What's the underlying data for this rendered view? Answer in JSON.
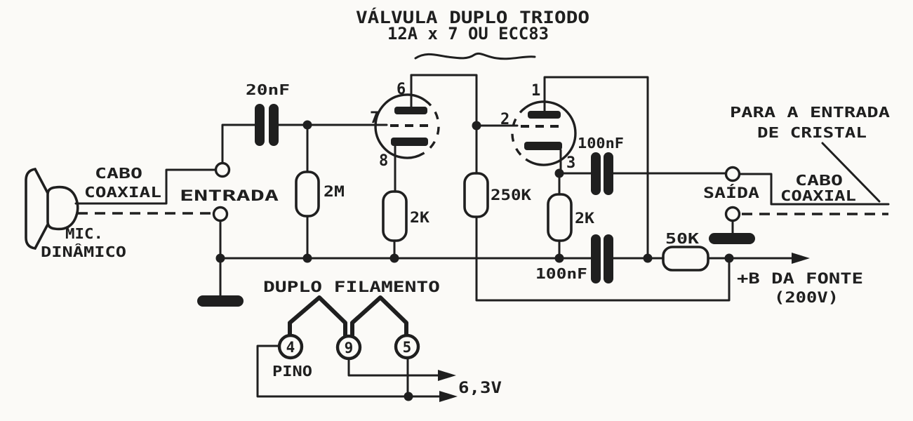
{
  "colors": {
    "ink": "#1f1f1f",
    "paper": "#fbfaf7"
  },
  "title": {
    "line1": "VÁLVULA DUPLO TRIODO",
    "line2": "12A x 7 OU ECC83"
  },
  "input": {
    "cable_label_line1": "CABO",
    "cable_label_line2": "COAXIAL",
    "mic_label_line1": "MIC.",
    "mic_label_line2": "DINÂMICO",
    "terminal_label": "ENTRADA"
  },
  "tube1": {
    "pin_plate": "6",
    "pin_grid": "7",
    "pin_cathode": "8"
  },
  "tube2": {
    "pin_plate": "1",
    "pin_grid": "2",
    "pin_cathode": "3"
  },
  "components": {
    "input_coupling_cap": "20nF",
    "grid_resistor": "2M",
    "cathode_resistor_1": "2K",
    "plate_resistor": "250K",
    "cathode_resistor_2": "2K",
    "output_coupling_cap": "100nF",
    "decoupling_cap": "100nF",
    "dropping_resistor": "50K"
  },
  "output": {
    "terminal_label": "SAÍDA",
    "cable_label_line1": "CABO",
    "cable_label_line2": "COAXIAL",
    "note_line1": "PARA A ENTRADA",
    "note_line2": "DE CRISTAL"
  },
  "power": {
    "supply_label_line1": "+B DA FONTE",
    "supply_label_line2": "(200V)",
    "filament_label": "DUPLO FILAMENTO",
    "pin_word": "PINO",
    "filament_pins": [
      "4",
      "9",
      "5"
    ],
    "filament_voltage": "6,3V"
  }
}
